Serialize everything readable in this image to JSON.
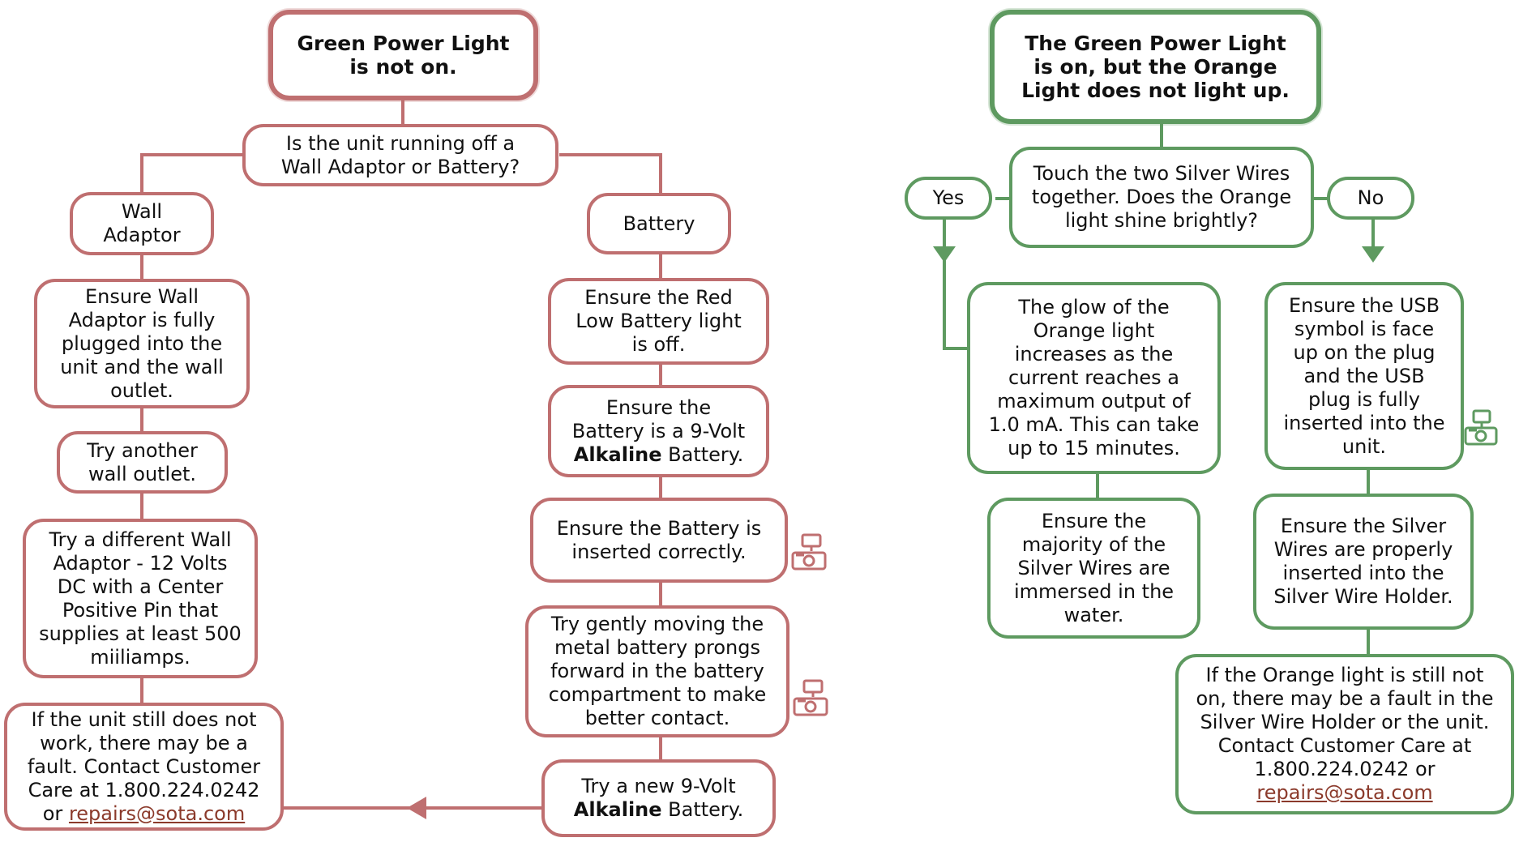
{
  "colors": {
    "left_accent": "#bf6f70",
    "right_accent": "#5e9a60",
    "link": "#8b3a2b"
  },
  "left": {
    "title_line1": "Green Power Light",
    "title_line2": "is not on.",
    "question_line1": "Is the unit running off a",
    "question_line2": "Wall Adaptor or Battery?",
    "wall": {
      "label_line1": "Wall",
      "label_line2": "Adaptor",
      "step1": "Ensure Wall Adaptor is fully plugged into the unit and the wall outlet.",
      "step2": "Try another wall outlet.",
      "step3": "Try a different Wall Adaptor - 12 Volts DC with a Center Positive Pin that supplies at least 500 miiliamps.",
      "final_text": "If the unit still does not work, there may be a fault.  Contact Customer Care at 1.800.224.0242 or",
      "email": "repairs@sota.com"
    },
    "battery": {
      "label": "Battery",
      "step1": "Ensure the Red Low Battery light is off.",
      "step2_pre": "Ensure the Battery is a 9-Volt ",
      "step2_bold": "Alkaline",
      "step2_post": " Battery.",
      "step3": "Ensure the Battery is inserted correctly.",
      "step4": "Try gently moving the metal battery prongs forward in the battery compartment to make better contact.",
      "step5_pre": "Try a new 9-Volt ",
      "step5_bold": "Alkaline",
      "step5_post": " Battery."
    },
    "camera_icon": "camera-icon"
  },
  "right": {
    "title_line1": "The Green Power Light",
    "title_line2": "is on, but the Orange",
    "title_line3": "Light does not light up.",
    "question": "Touch the two Silver Wires together. Does the Orange light shine brightly?",
    "yes_label": "Yes",
    "no_label": "No",
    "yes_step1": "The glow of the Orange light increases as the current reaches a maximum output of 1.0 mA. This can take up to 15 minutes.",
    "yes_step2": "Ensure the majority of the Silver Wires are immersed in the water.",
    "no_step1": "Ensure the USB symbol is face up on the plug and the USB plug is fully inserted into the unit.",
    "no_step2_line1": "Ensure the Silver Wires are properly inserted into the",
    "no_step2_line2": "Silver Wire Holder.",
    "final_text": "If the Orange light is still not on, there may be a fault in the Silver Wire Holder or the unit. Contact Customer Care at 1.800.224.0242 or",
    "email": "repairs@sota.com"
  }
}
